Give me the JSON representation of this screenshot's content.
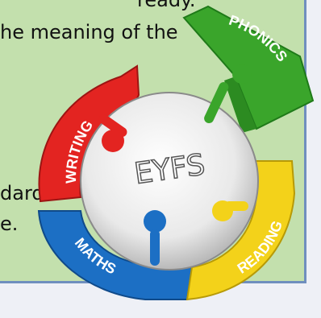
{
  "text_lines": {
    "line1": "ready.",
    "line2": "he meaning of the",
    "line3": "dards",
    "line4": "e."
  },
  "wheel": {
    "center_label": "EYFS",
    "segments": [
      {
        "label": "WRITING",
        "color": "#e32421"
      },
      {
        "label": "PHONICS",
        "color": "#3aa52b"
      },
      {
        "label": "READING",
        "color": "#f3d21a"
      },
      {
        "label": "MATHS",
        "color": "#1c6fc4"
      }
    ]
  },
  "colors": {
    "panel": "#c3e0ad",
    "panel_border": "#6f8fbe",
    "background": "#eef0f6"
  }
}
